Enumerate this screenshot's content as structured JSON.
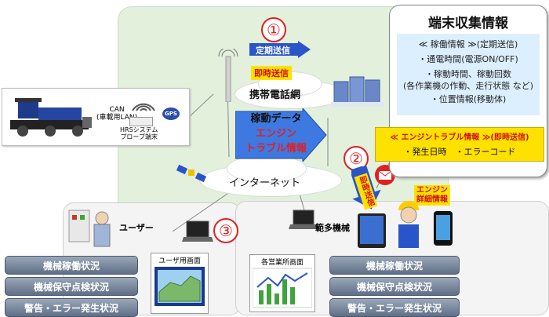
{
  "steps": [
    "①",
    "②",
    "③"
  ],
  "arrows": {
    "periodic_send": "定期送信",
    "instant_send": "即時送信",
    "instant_send_vertical": "即時送信"
  },
  "network": {
    "mobile": "携帯電話網",
    "internet": "インターネット"
  },
  "big_arrow": {
    "line1": "稼動データ",
    "line2": "エンジン",
    "line3": "トラブル情報"
  },
  "machine": {
    "can_label": "CAN",
    "can_sub": "(車載用LAN)",
    "terminal_line1": "HRSシステム",
    "terminal_line2": "プローブ端末",
    "gps": "GPS"
  },
  "info_box": {
    "title": "端末収集情報",
    "subtitle": "≪ 稼働情報 ≫(定期送信)",
    "items": [
      "・通電時間(電源ON/OFF)",
      "・稼動時間、稼動回数",
      "(各作業機の作動、走行状態 など)",
      "・位置情報(移動体)"
    ]
  },
  "trouble_box": {
    "title": "≪ エンジントラブル情報 ≫(即時送信)",
    "items": "・発生日時　・エラーコード"
  },
  "engine_detail": {
    "line1": "エンジン",
    "line2": "詳細情報"
  },
  "left_panel": {
    "user": "ユーザー",
    "screen_label": "ユーザ用画面",
    "buttons": [
      "機械稼働状況",
      "機械保守点検状況",
      "警告・エラー発生状況"
    ]
  },
  "right_panel": {
    "company": "範多機械",
    "screen_label": "各営業所画面",
    "buttons": [
      "機械稼働状況",
      "機械保守点検状況",
      "警告・エラー発生状況"
    ]
  },
  "colors": {
    "accent_red": "#e02020",
    "arrow_blue": "#2a55c8",
    "highlight_yellow": "#ffe100",
    "button_gray": "#6f7d92",
    "panel_green": "#e2f0dc"
  },
  "icons": [
    "antenna-icon",
    "server-icon",
    "mail-icon",
    "satellite-icon",
    "laptop-icon",
    "tablet-icon",
    "smartphone-icon"
  ]
}
